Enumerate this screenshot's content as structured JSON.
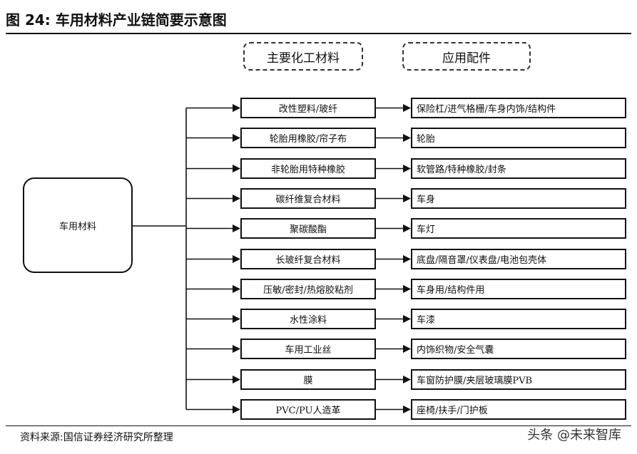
{
  "title": "图 24:  车用材料产业链简要示意图",
  "headers": {
    "materials": "主要化工材料",
    "parts": "应用配件"
  },
  "root": "车用材料",
  "rows": [
    {
      "material": "改性塑料/玻纤",
      "application": "保险杠/进气格栅/车身内饰/结构件"
    },
    {
      "material": "轮胎用橡胶/帘子布",
      "application": "轮胎"
    },
    {
      "material": "非轮胎用特种橡胶",
      "application": "软管路/特种橡胶/封条"
    },
    {
      "material": "碳纤维复合材料",
      "application": "车身"
    },
    {
      "material": "聚碳酸酯",
      "application": "车灯"
    },
    {
      "material": "长玻纤复合材料",
      "application": "底盘/隔音罩/仪表盘/电池包壳体"
    },
    {
      "material": "压敏/密封/热熔胶粘剂",
      "application": "车身用/结构件用"
    },
    {
      "material": "水性涂料",
      "application": "车漆"
    },
    {
      "material": "车用工业丝",
      "application": "内饰织物/安全气囊"
    },
    {
      "material": "膜",
      "application": "车窗防护膜/夹层玻璃膜PVB"
    },
    {
      "material": "PVC/PU人造革",
      "application": "座椅/扶手/门护板"
    }
  ],
  "source": "资料来源:国信证券经济研究所整理",
  "watermark": "头条 @未来智库"
}
